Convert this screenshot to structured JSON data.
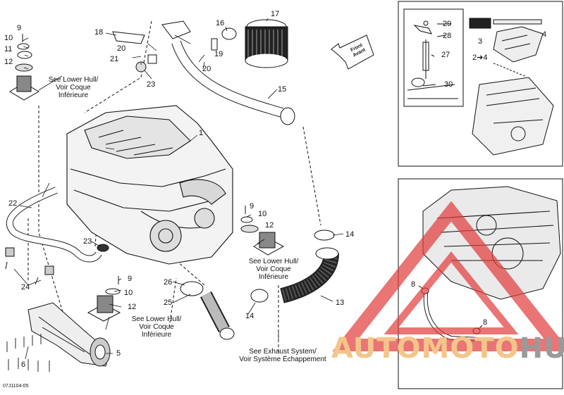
{
  "diagram": {
    "drawing_code": "07J1104-05",
    "front_label": [
      "Front",
      "Avant"
    ],
    "callouts": {
      "c1": "1",
      "c2": "2",
      "c2to4": "2➔4",
      "c3": "3",
      "c4": "4",
      "c5": "5",
      "c6": "6",
      "c8a": "8",
      "c8b": "8",
      "c9a": "9",
      "c9b": "9",
      "c9c": "9",
      "c10a": "10",
      "c10b": "10",
      "c10c": "10",
      "c11": "11",
      "c12a": "12",
      "c12b": "12",
      "c12c": "12",
      "c13": "13",
      "c14a": "14",
      "c14b": "14",
      "c15": "15",
      "c16": "16",
      "c17": "17",
      "c18": "18",
      "c19": "19",
      "c20a": "20",
      "c20b": "20",
      "c21": "21",
      "c22": "22",
      "c23a": "23",
      "c23b": "23",
      "c24": "24",
      "c25": "25",
      "c26": "26",
      "c27": "27",
      "c28": "28",
      "c29": "29",
      "c30": "30"
    },
    "notes": {
      "hull_top": [
        "See Lower Hull/",
        "Voir Coque",
        "Inférieure"
      ],
      "hull_mid": [
        "See Lower Hull/",
        "Voir Coque",
        "Inférieure"
      ],
      "hull_low": [
        "See Lower Hull/",
        "Voir Coque",
        "Inférieure"
      ],
      "exhaust": [
        "See Exhaust System/",
        "Voir Système Échappement"
      ]
    }
  },
  "watermark": {
    "text_a": "AUTOMOTO",
    "text_b": "HUB",
    "color_a": "#f3c58a",
    "color_b": "#9a9a9a",
    "triangle_color": "#e23b3b"
  }
}
